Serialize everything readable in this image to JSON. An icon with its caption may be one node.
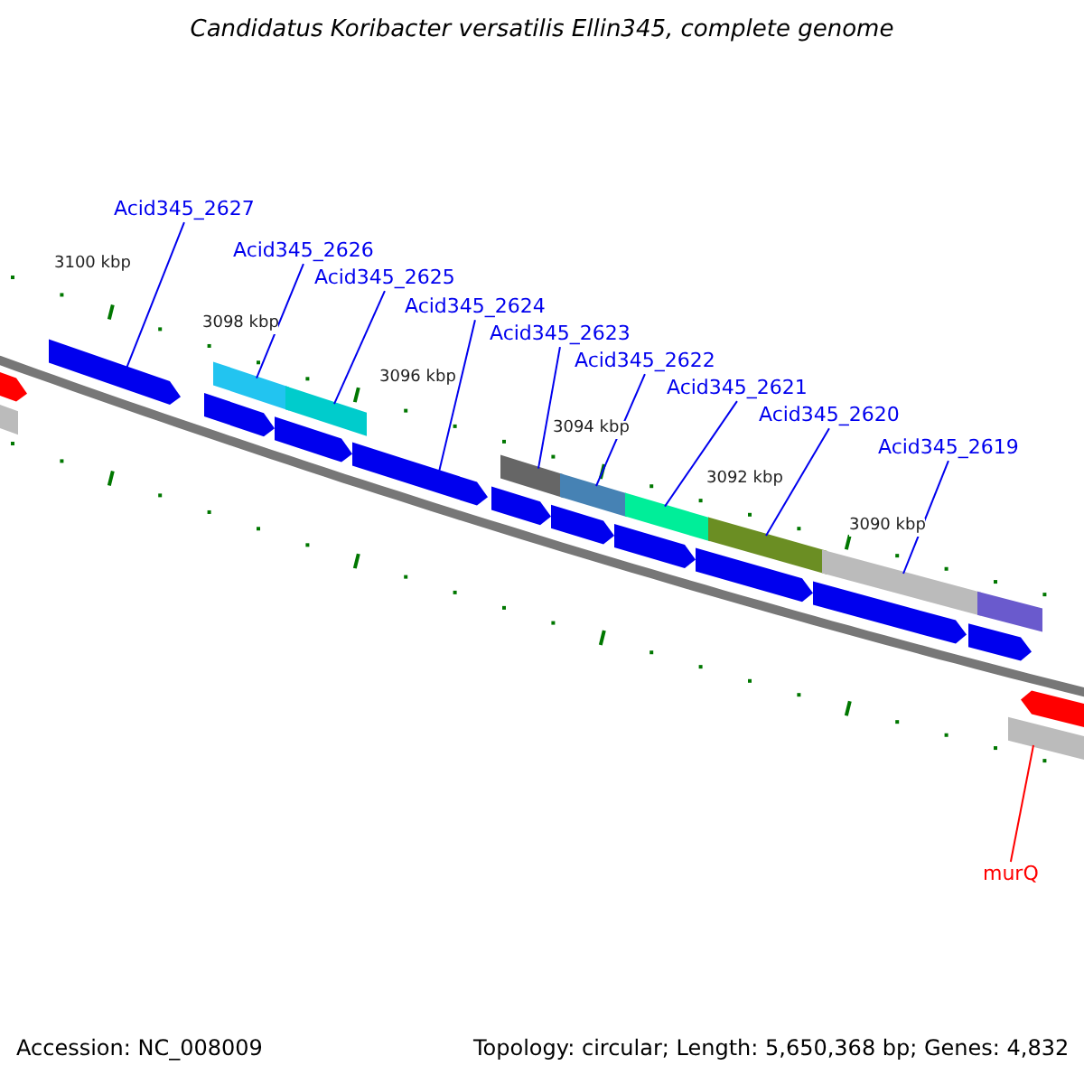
{
  "diagram": {
    "title": "Candidatus Koribacter versatilis Ellin345, complete genome",
    "nodes": [
      {
        "text": [
          "Acid345_2627"
        ]
      },
      {
        "text": [
          "Acid345_2626"
        ]
      },
      {
        "text": [
          "Acid345_2625"
        ]
      },
      {
        "text": [
          "Acid345_2624"
        ]
      },
      {
        "text": [
          "Acid345_2623"
        ]
      },
      {
        "text": [
          "Acid345_2622"
        ]
      },
      {
        "text": [
          "Acid345_2621"
        ]
      },
      {
        "text": [
          "Acid345_2620"
        ]
      },
      {
        "text": [
          "Acid345_2619"
        ]
      },
      {
        "text": [
          "murQ"
        ]
      },
      {
        "text": [],
        "shape": "bar"
      },
      {
        "text": [],
        "shape": "bar"
      },
      {
        "text": [],
        "shape": "bar"
      },
      {
        "text": [],
        "shape": "bar"
      },
      {
        "text": [],
        "shape": "bar"
      },
      {
        "text": [],
        "shape": "bar"
      },
      {
        "text": [],
        "shape": "bar"
      },
      {
        "text": [],
        "shape": "bar"
      },
      {
        "text": [],
        "shape": "bar"
      },
      {
        "text": [],
        "shape": "bar"
      },
      {
        "text": [],
        "shape": "bar"
      },
      {
        "text": [],
        "shape": "bar"
      },
      {
        "text": [],
        "shape": "bar"
      },
      {
        "text": [],
        "shape": "bar"
      },
      {
        "text": [],
        "shape": "bar"
      },
      {
        "text": [],
        "shape": "bar"
      },
      {
        "text": [],
        "shape": "bar"
      },
      {
        "text": [],
        "shape": "bar"
      },
      {
        "text": [],
        "shape": "bar"
      },
      {
        "text": [],
        "shape": "bar"
      },
      {
        "text": [],
        "shape": "bar"
      },
      {
        "text": [],
        "shape": "bar"
      }
    ],
    "edges": [
      {
        "from": 0,
        "to": 12,
        "arrow": "none"
      },
      {
        "from": 1,
        "to": 14,
        "arrow": "none"
      },
      {
        "from": 2,
        "to": 16,
        "arrow": "none"
      },
      {
        "from": 3,
        "to": 17,
        "arrow": "none"
      },
      {
        "from": 4,
        "to": 19,
        "arrow": "none"
      },
      {
        "from": 5,
        "to": 21,
        "arrow": "none"
      },
      {
        "from": 6,
        "to": 23,
        "arrow": "none"
      },
      {
        "from": 7,
        "to": 25,
        "arrow": "none"
      },
      {
        "from": 8,
        "to": 27,
        "arrow": "none"
      },
      {
        "from": 9,
        "to": 30,
        "arrow": "none",
        "color": "#ff0000"
      }
    ],
    "labels": [
      "3100 kbp",
      "3098 kbp",
      "3096 kbp",
      "3094 kbp",
      "3092 kbp",
      "3090 kbp",
      "Accession: NC_008009",
      "Topology: circular; Length: 5,650,368 bp; Genes: 4,832"
    ]
  }
}
